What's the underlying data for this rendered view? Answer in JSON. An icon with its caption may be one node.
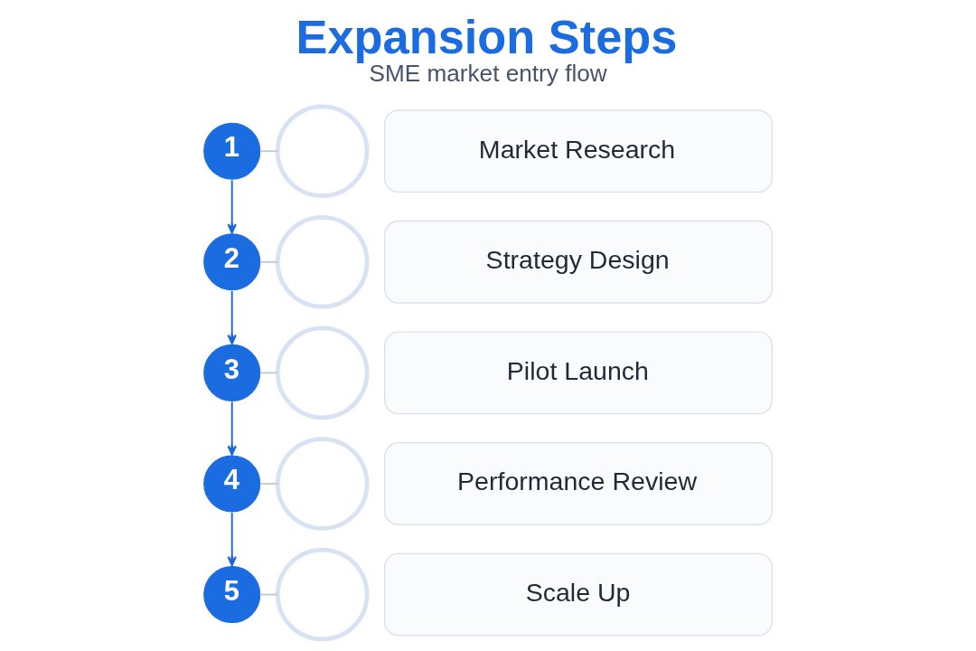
{
  "diagram": {
    "title": "Expansion Steps",
    "caption": "SME market entry flow",
    "nodes": [
      {
        "text": [
          "1"
        ]
      },
      {
        "text": [],
        "shape": "circle"
      },
      {
        "text": [
          "Market Research"
        ]
      },
      {
        "text": [
          "2"
        ]
      },
      {
        "text": [],
        "shape": "circle"
      },
      {
        "text": [
          "Strategy Design"
        ]
      },
      {
        "text": [
          "3"
        ]
      },
      {
        "text": [],
        "shape": "circle"
      },
      {
        "text": [
          "Pilot Launch"
        ]
      },
      {
        "text": [
          "4"
        ]
      },
      {
        "text": [],
        "shape": "circle"
      },
      {
        "text": [
          "Performance Review"
        ]
      },
      {
        "text": [
          "5"
        ]
      },
      {
        "text": [],
        "shape": "circle"
      },
      {
        "text": [
          "Scale Up"
        ]
      }
    ],
    "edges": [
      {
        "from": 0,
        "to": 1,
        "arrow": "none"
      },
      {
        "from": 0,
        "to": 3,
        "arrow": "to",
        "color": "#1a66d8"
      },
      {
        "from": 3,
        "to": 4,
        "arrow": "none"
      },
      {
        "from": 3,
        "to": 6,
        "arrow": "to",
        "color": "#1a66d8"
      },
      {
        "from": 6,
        "to": 7,
        "arrow": "none"
      },
      {
        "from": 6,
        "to": 9,
        "arrow": "to",
        "color": "#1a66d8"
      },
      {
        "from": 9,
        "to": 10,
        "arrow": "none"
      },
      {
        "from": 9,
        "to": 12,
        "arrow": "to",
        "color": "#1a66d8"
      },
      {
        "from": 12,
        "to": 13,
        "arrow": "none"
      }
    ]
  }
}
